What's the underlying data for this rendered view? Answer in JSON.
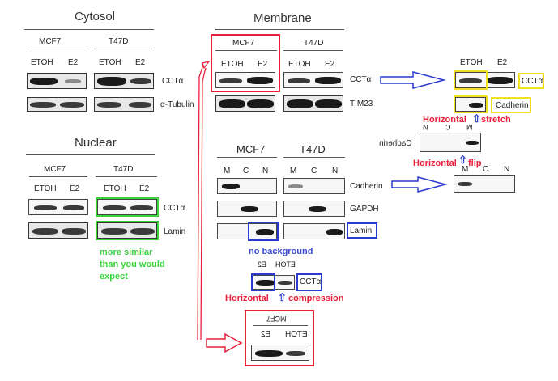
{
  "cytosol": {
    "title": "Cytosol",
    "cell1": "MCF7",
    "cell2": "T47D",
    "etoh": "ETOH",
    "e2": "E2",
    "row1": "CCTα",
    "row2": "α-Tubulin"
  },
  "nuclear": {
    "title": "Nuclear",
    "cell1": "MCF7",
    "cell2": "T47D",
    "etoh": "ETOH",
    "e2": "E2",
    "row1": "CCTα",
    "row2": "Lamin",
    "note": [
      "more similar",
      "than you would",
      "expect"
    ]
  },
  "membrane": {
    "title": "Membrane",
    "cell1": "MCF7",
    "cell2": "T47D",
    "etoh": "ETOH",
    "e2": "E2",
    "row1": "CCTα",
    "row2": "TIM23"
  },
  "fraction": {
    "cell1": "MCF7",
    "cell2": "T47D",
    "m": "M",
    "c": "C",
    "n": "N",
    "row1": "Cadherin",
    "row2": "GAPDH",
    "row3": "Lamin"
  },
  "right_panels": {
    "etoh": "ETOH",
    "e2": "E2",
    "cct": "CCTα",
    "cadherin": "Cadherin",
    "flipped_cadherin": "Cadherin",
    "m": "M",
    "c": "C",
    "n": "N"
  },
  "annotations": {
    "h_stretch_a": "Horizontal",
    "h_stretch_b": "stretch",
    "h_flip_a": "Horizontal",
    "h_flip_b": "flip",
    "no_background": "no background",
    "h_compress_a": "Horizontal",
    "h_compress_b": "compression",
    "small_e2": "E2",
    "small_etoh": "ETOH",
    "small_cct": "CCTα",
    "bottom_mcf7": "MCF7",
    "bottom_e2": "E2",
    "bottom_etoh": "ETOH"
  },
  "colors": {
    "red": "#e8203a",
    "blue": "#2a3ad0",
    "green": "#3ad43a",
    "yellow": "#f0e020"
  }
}
